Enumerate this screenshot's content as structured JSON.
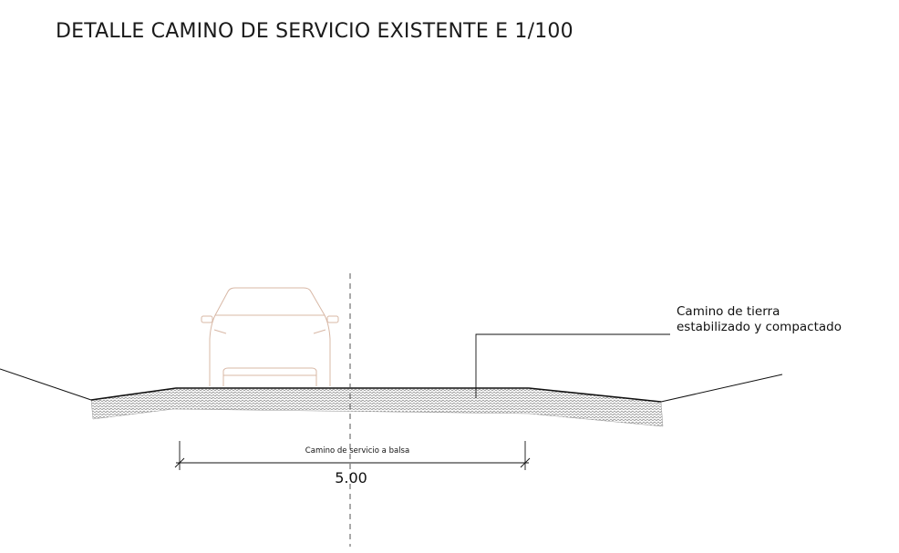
{
  "title": "DETALLE CAMINO DE SERVICIO EXISTENTE E 1/100",
  "callout": {
    "line1": "Camino de tierra",
    "line2": "estabilizado y compactado"
  },
  "dimension": {
    "label": "Camino de servicio a balsa",
    "value": "5.00"
  },
  "colors": {
    "ink": "#111111",
    "vehicle": "#d8b8a6",
    "hatch": "#8a8a8a",
    "axis": "#444444"
  }
}
